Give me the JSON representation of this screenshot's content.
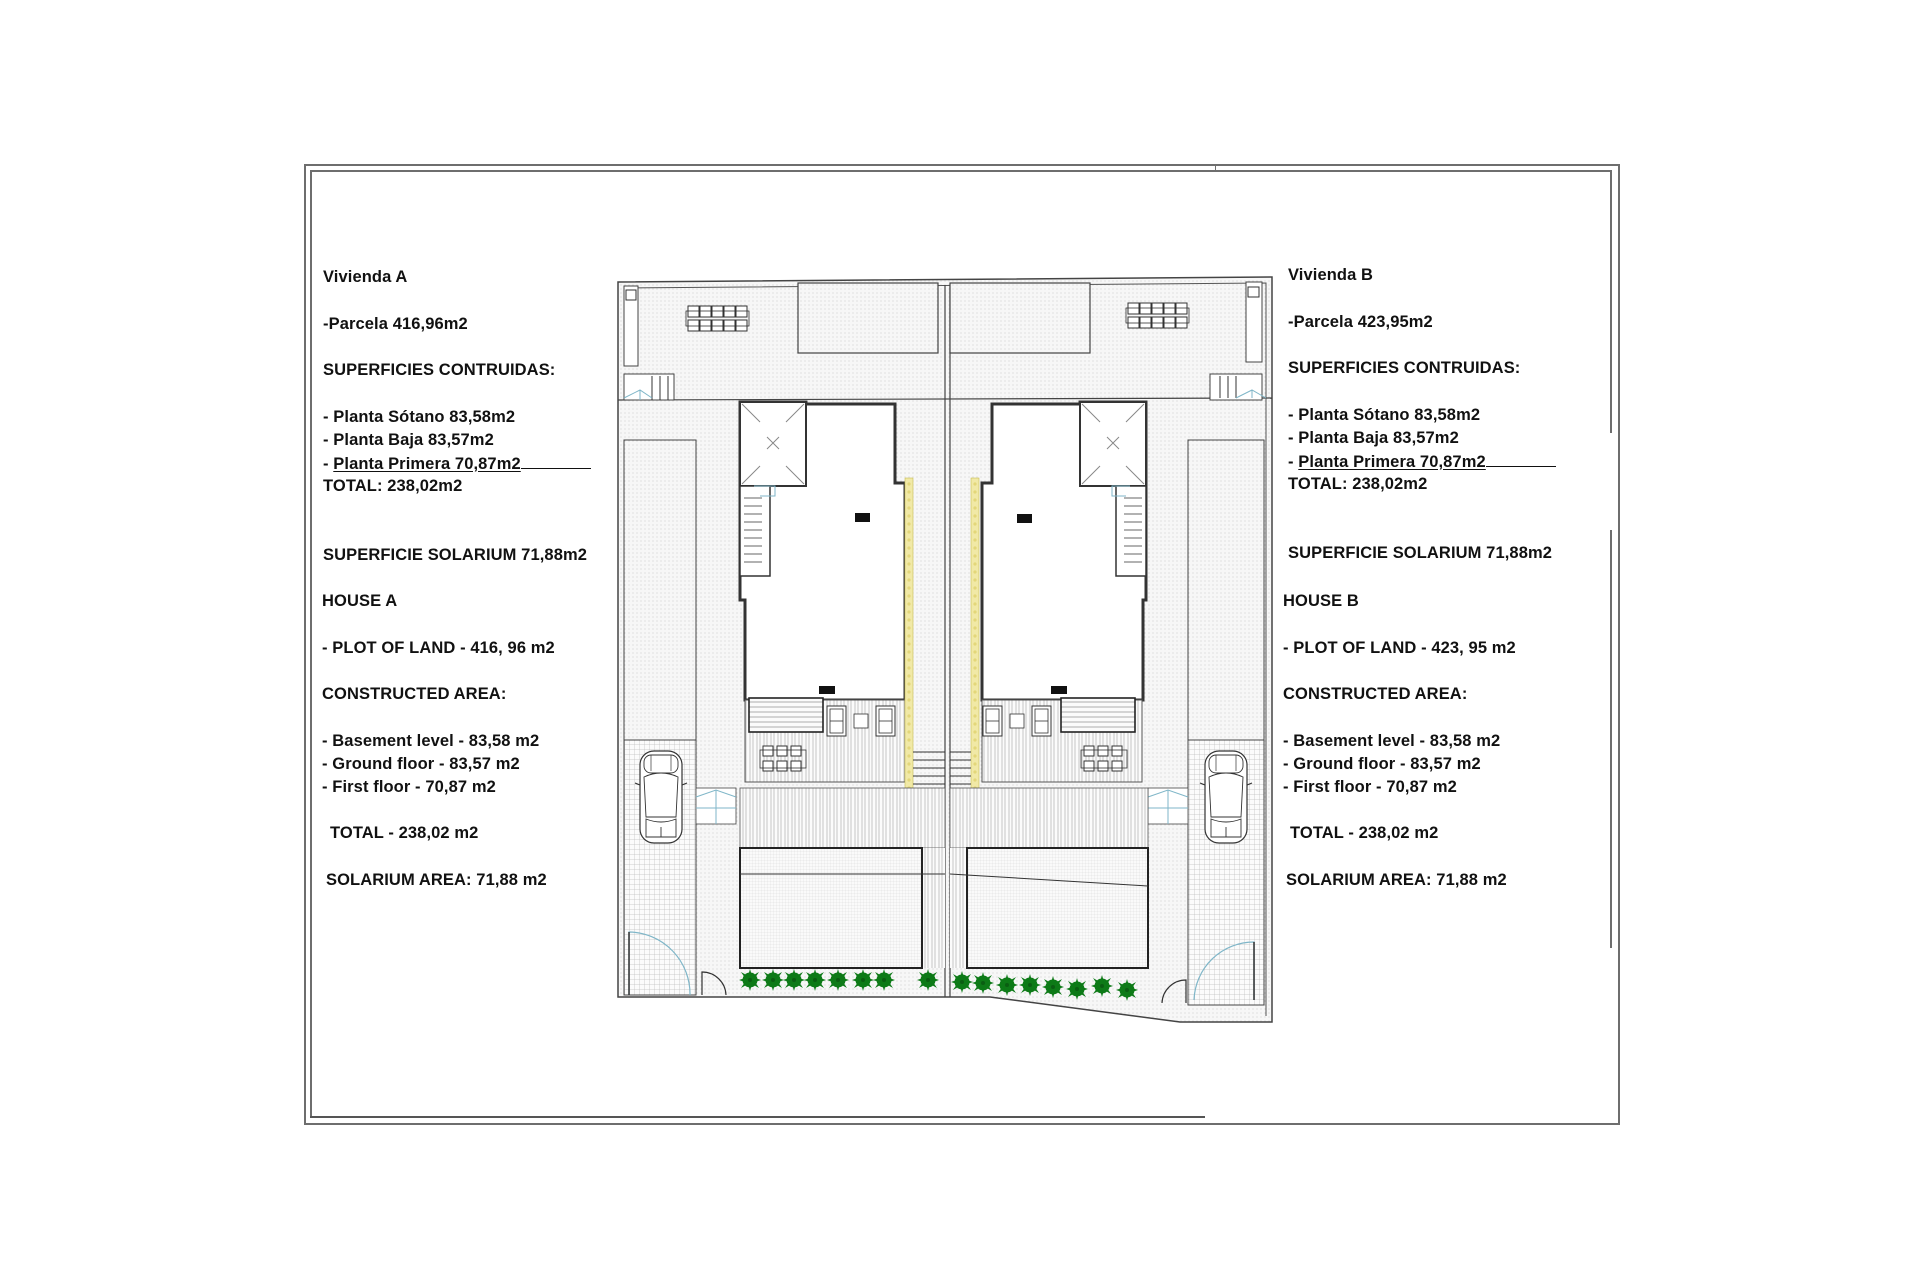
{
  "document": {
    "type": "site floor plan with area summary",
    "house_a": {
      "es": {
        "title": "Vivienda A",
        "plot": "-Parcela 416,96m2",
        "built_heading": "SUPERFICIES CONTRUIDAS:",
        "basement": "- Planta Sótano 83,58m2",
        "ground_prefix": "- ",
        "ground": "Planta Baja 83,57m2",
        "first_prefix": "- ",
        "first": "Planta Primera 70,87m2",
        "total": "TOTAL: 238,02m2",
        "solarium": "SUPERFICIE SOLARIUM 71,88m2"
      },
      "en": {
        "title": "HOUSE A",
        "plot": "- PLOT OF LAND - 416, 96 m2",
        "built_heading": "CONSTRUCTED AREA:",
        "basement": "- Basement level - 83,58 m2",
        "ground": "- Ground floor - 83,57 m2",
        "first": "- First floor - 70,87 m2",
        "total": "TOTAL - 238,02 m2",
        "solarium": "SOLARIUM AREA: 71,88 m2"
      }
    },
    "house_b": {
      "es": {
        "title": "Vivienda B",
        "plot": "-Parcela 423,95m2",
        "built_heading": "SUPERFICIES CONTRUIDAS:",
        "basement": "- Planta Sótano 83,58m2",
        "ground": "- Planta Baja 83,57m2",
        "first_prefix": "- ",
        "first": "Planta Primera 70,87m2",
        "total": "TOTAL: 238,02m2",
        "solarium": "SUPERFICIE SOLARIUM 71,88m2"
      },
      "en": {
        "title": "HOUSE B",
        "plot": "- PLOT OF LAND - 423, 95 m2",
        "built_heading": "CONSTRUCTED AREA:",
        "basement": "- Basement level - 83,58 m2",
        "ground": "- Ground floor - 83,57 m2",
        "first": "- First floor - 70,87 m2",
        "total": "TOTAL - 238,02 m2",
        "solarium": "SOLARIUM AREA: 71,88 m2"
      }
    },
    "plan": {
      "houses": [
        "A",
        "B"
      ],
      "colors": {
        "line": "#333333",
        "hatch": "#bdbdbd",
        "paving": "#ececec",
        "yellow_strip": "#efe7a0",
        "plant": "#0d7a17",
        "blue_lines": "#7fb6c8"
      },
      "plants_per_house": 8,
      "cars": 2
    }
  }
}
